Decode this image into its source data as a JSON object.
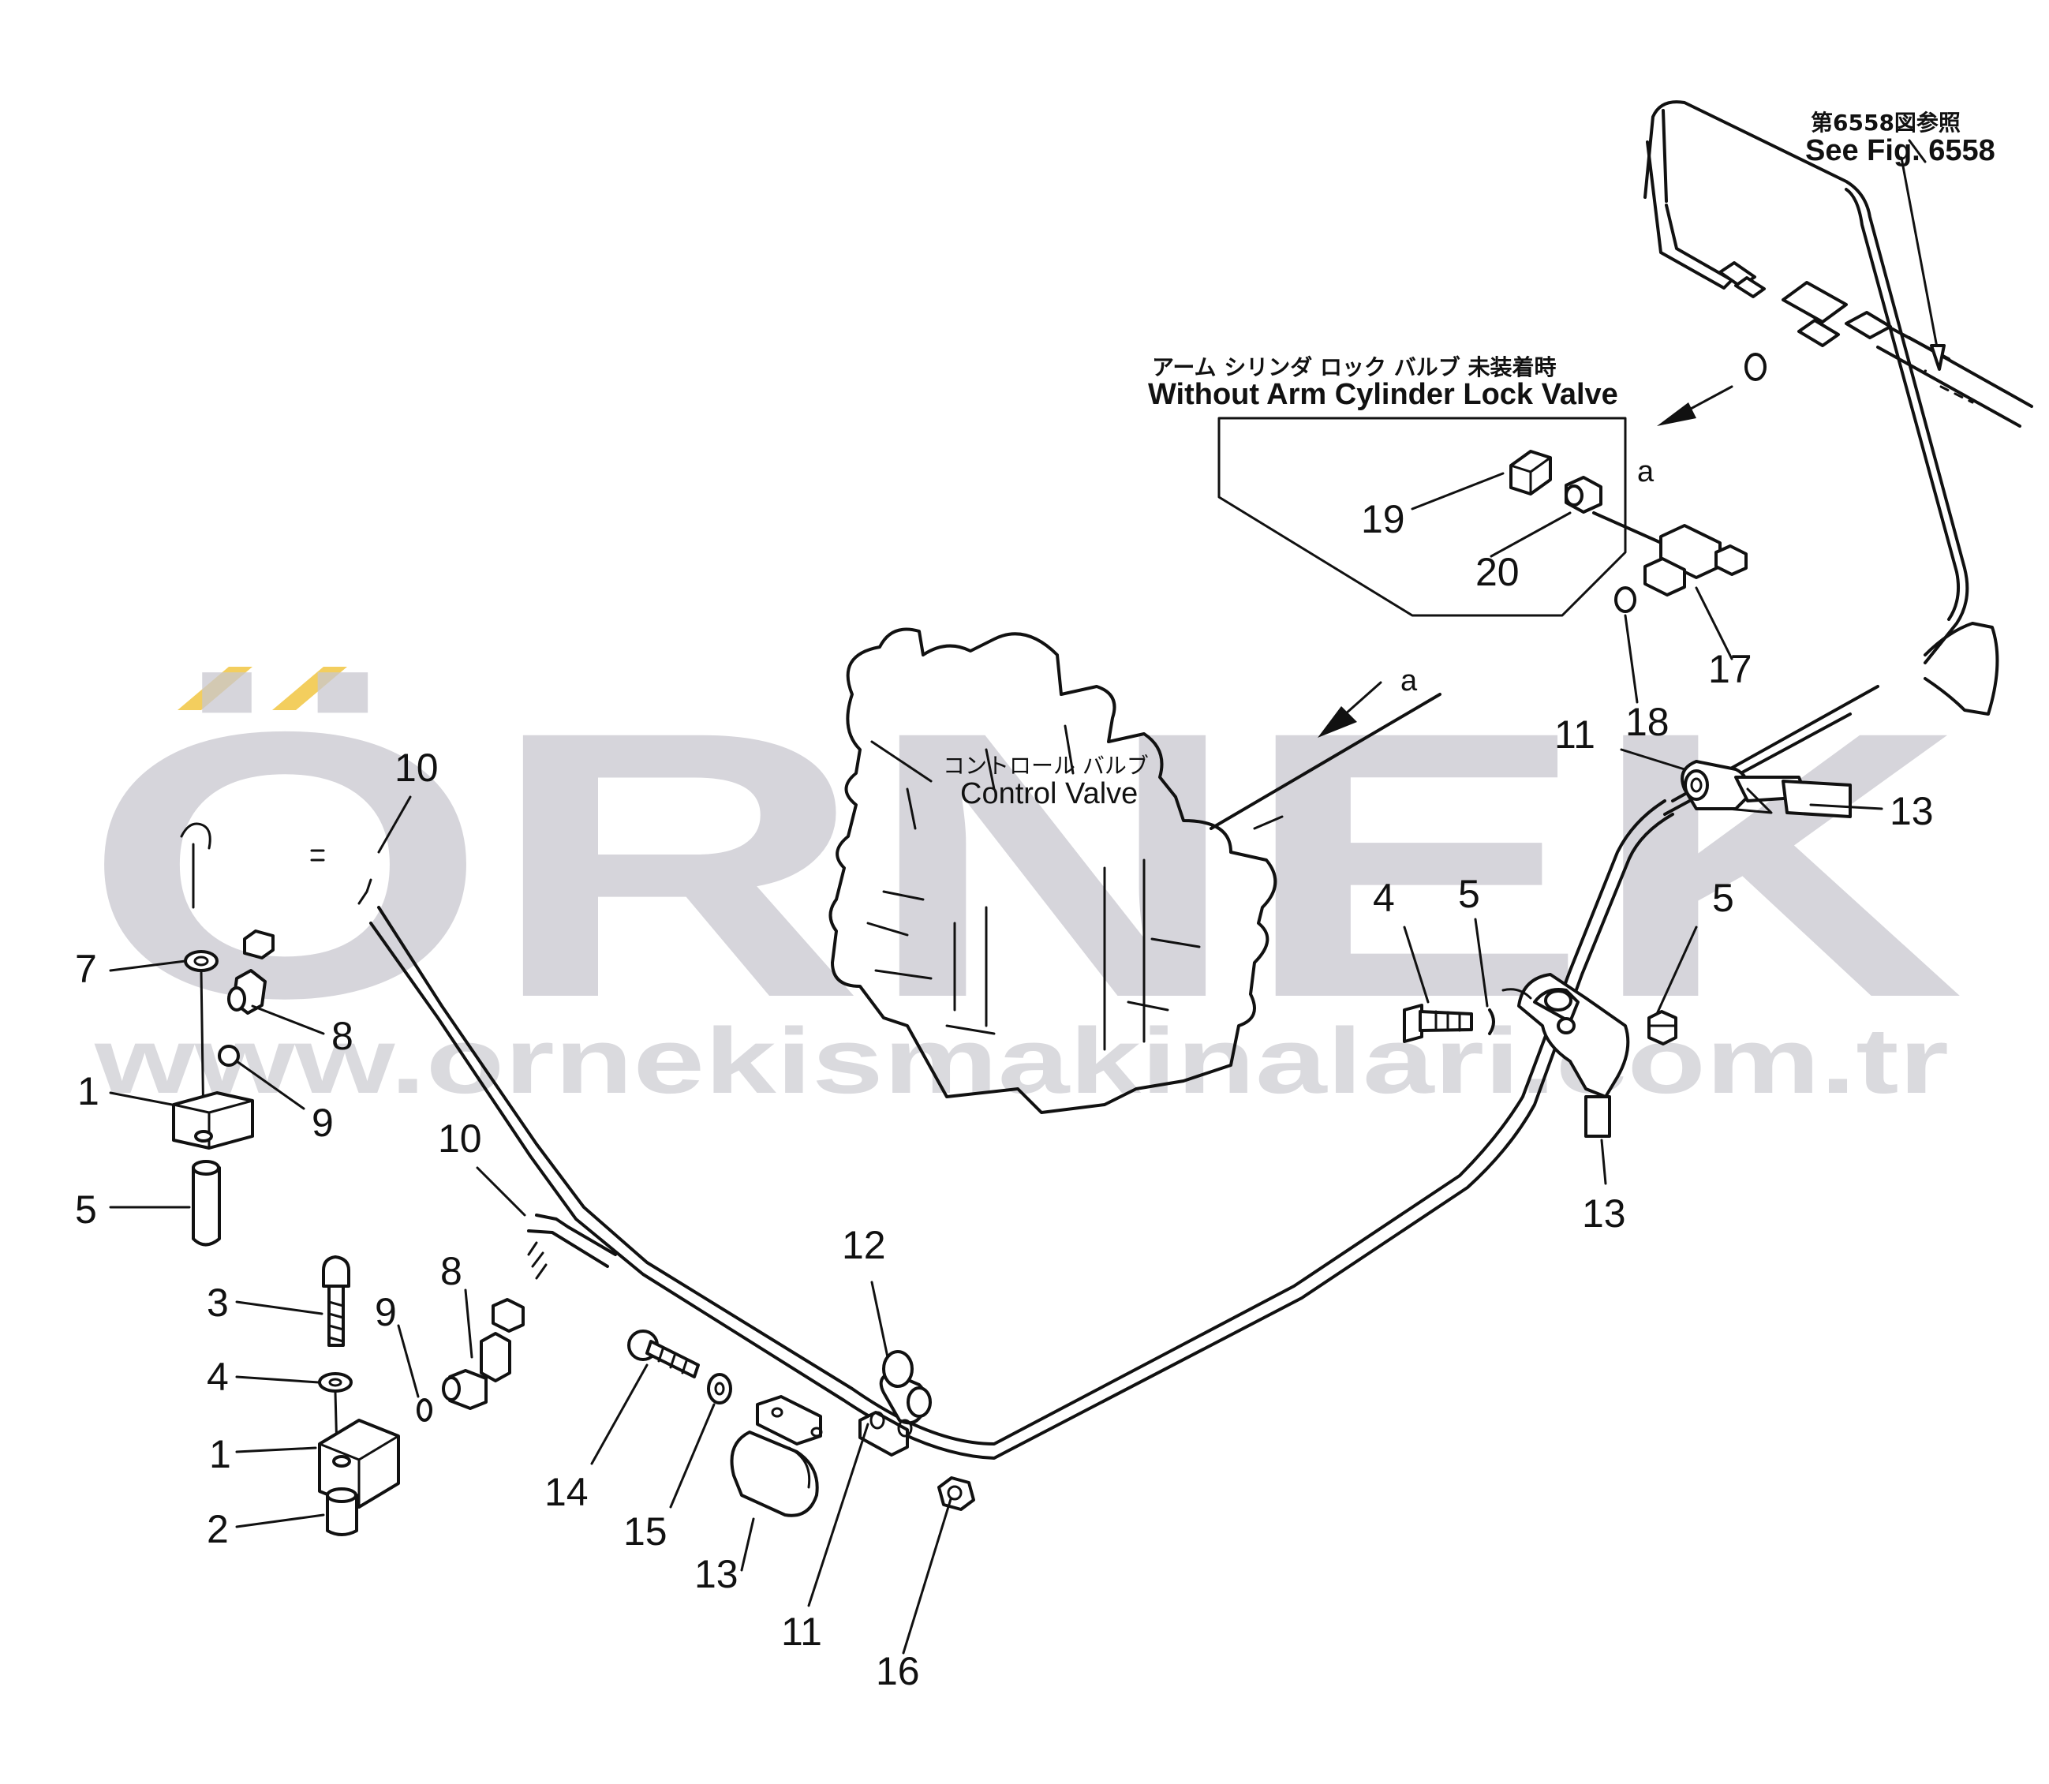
{
  "watermark": {
    "brand": "ÖRNEK",
    "url": "www.ornekismakinalari.com.tr",
    "accent_color": "#f2c94c",
    "text_color": "#c9c8cf"
  },
  "notes": {
    "see_fig_jp": "第6558図参照",
    "see_fig_en": "See Fig. 6558",
    "without_lock_jp": "アーム シリンダ ロック バルブ 未装着時",
    "without_lock_en": "Without Arm Cylinder Lock Valve",
    "control_valve_jp": "コントロール バルブ",
    "control_valve_en": "Control Valve",
    "view_a_top": "a",
    "view_a_mid": "a"
  },
  "callouts": {
    "c1a": "1",
    "c1b": "1",
    "c2": "2",
    "c3": "3",
    "c4a": "4",
    "c4b": "4",
    "c5a": "5",
    "c5b": "5",
    "c5c": "5",
    "c7": "7",
    "c8a": "8",
    "c8b": "8",
    "c9a": "9",
    "c9b": "9",
    "c10a": "10",
    "c10b": "10",
    "c11a": "11",
    "c11b": "11",
    "c12": "12",
    "c13a": "13",
    "c13b": "13",
    "c13c": "13",
    "c14": "14",
    "c15": "15",
    "c16": "16",
    "c17": "17",
    "c18": "18",
    "c19": "19",
    "c20": "20"
  }
}
